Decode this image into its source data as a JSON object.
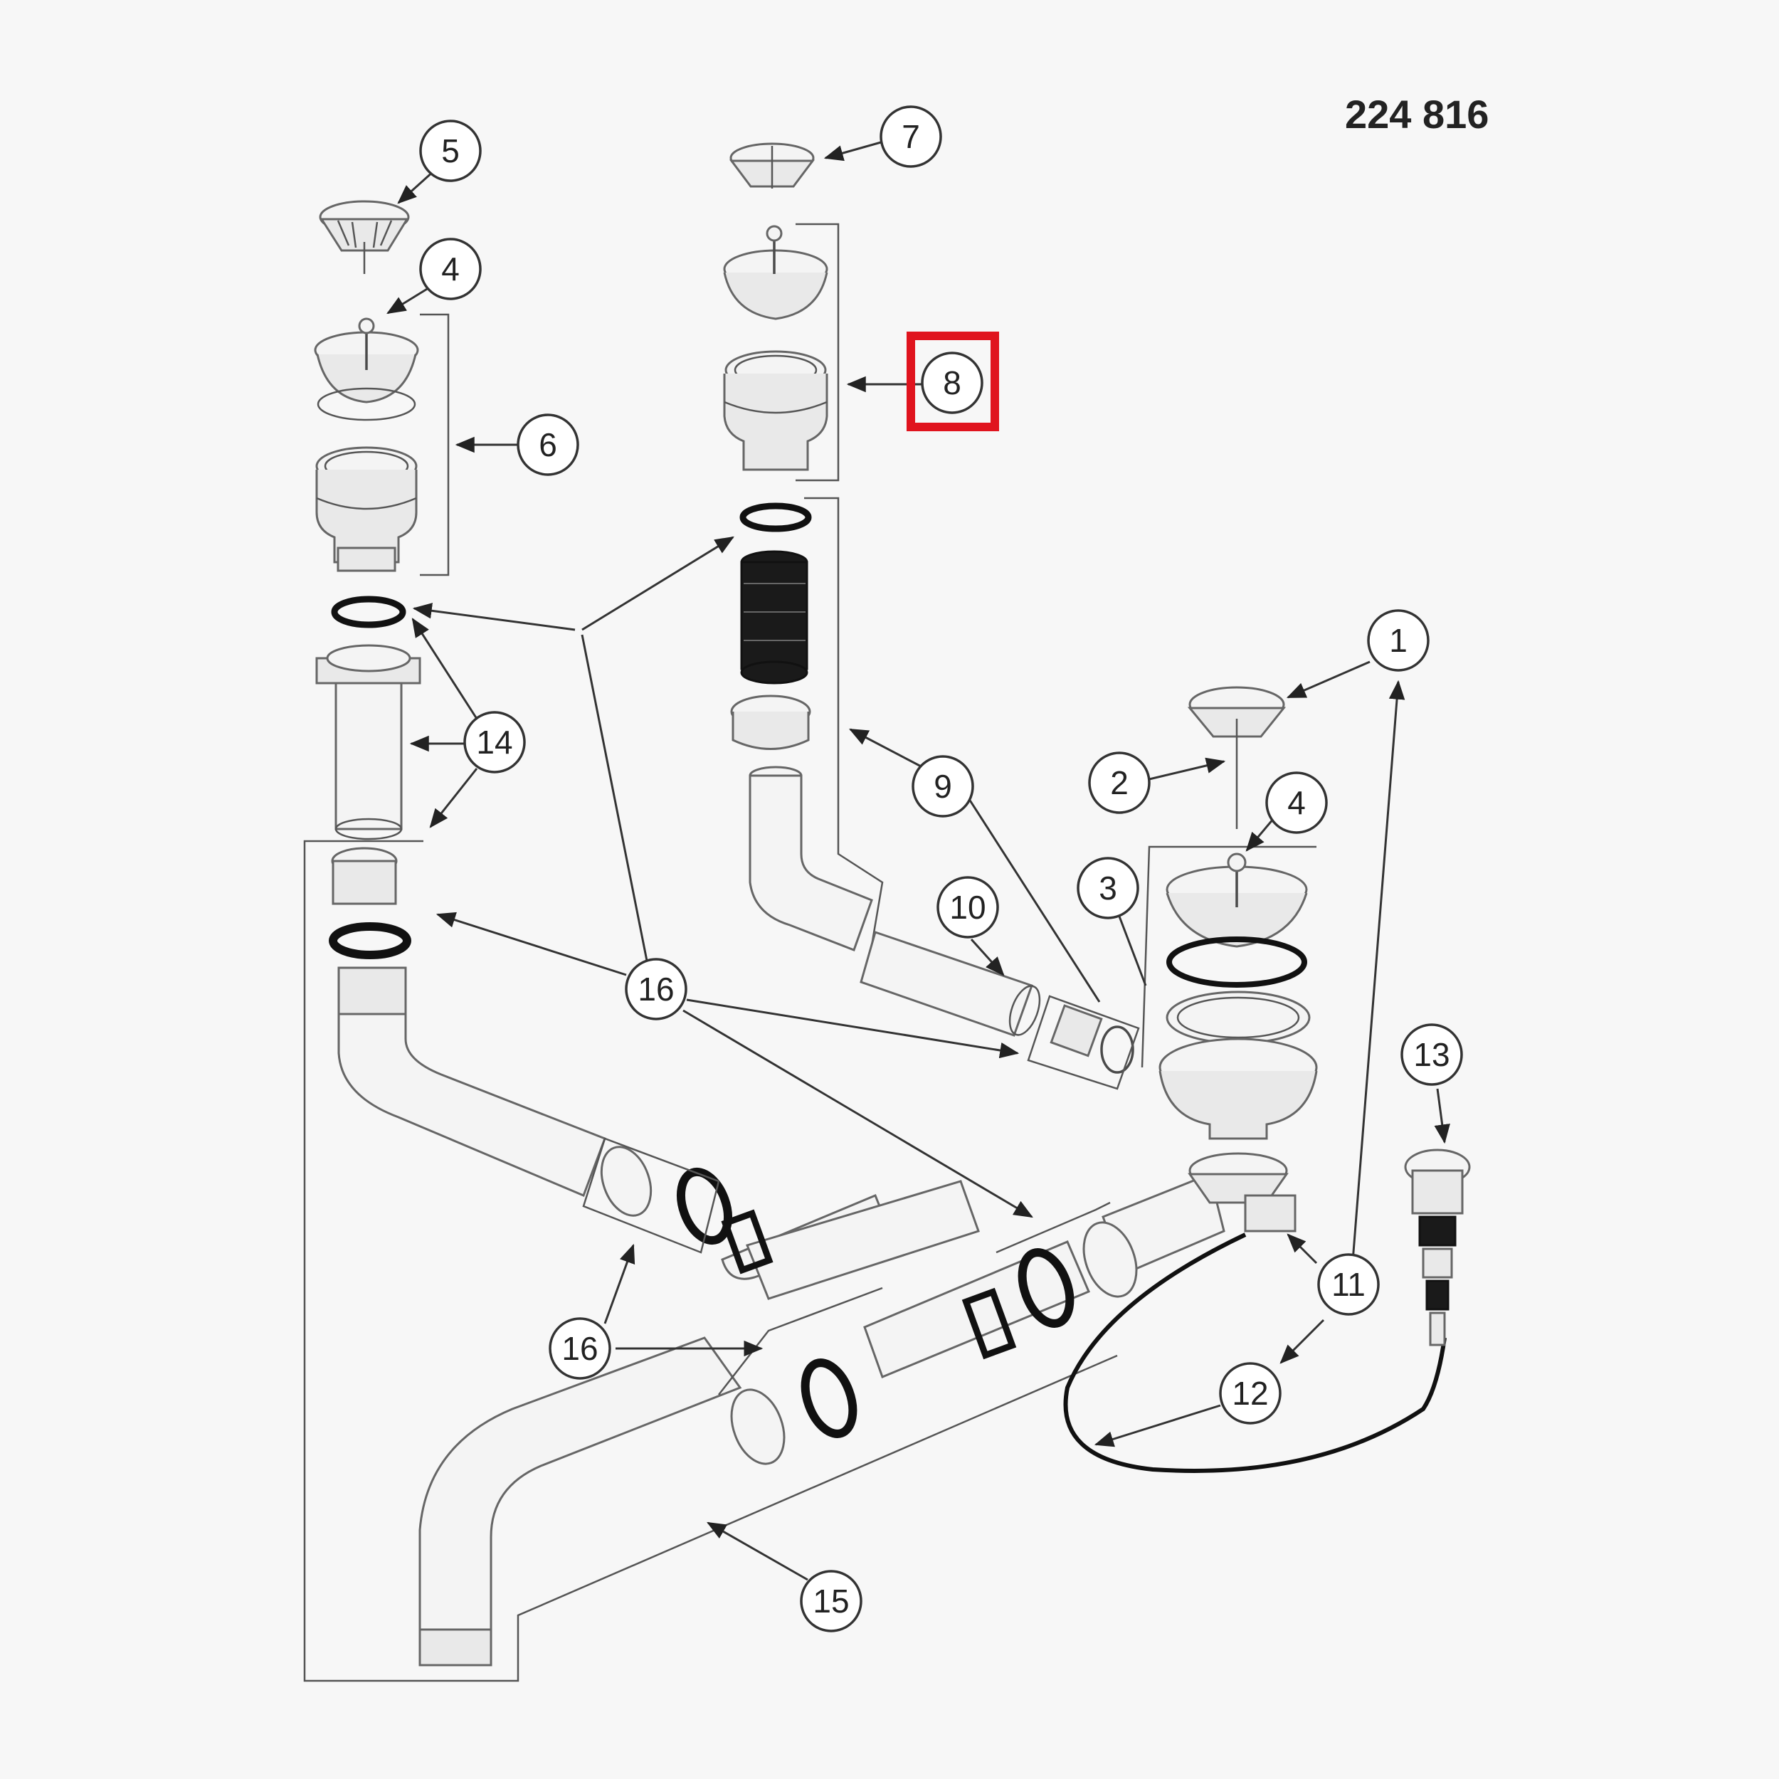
{
  "drawing_number": "224 816",
  "highlight_color": "#e0141e",
  "highlighted_callout": "8",
  "callouts": {
    "c1": "1",
    "c2": "2",
    "c3": "3",
    "c4a": "4",
    "c4b": "4",
    "c5": "5",
    "c6": "6",
    "c7": "7",
    "c8": "8",
    "c9": "9",
    "c10": "10",
    "c11": "11",
    "c12": "12",
    "c13": "13",
    "c14": "14",
    "c15": "15",
    "c16a": "16",
    "c16b": "16"
  }
}
